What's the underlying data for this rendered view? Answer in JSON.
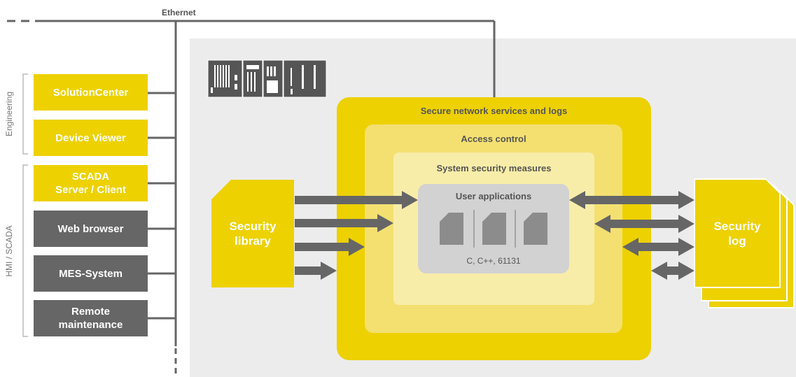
{
  "network": {
    "label": "Ethernet"
  },
  "groups": {
    "engineering": "Engineering",
    "hmi": "HMI / SCADA"
  },
  "clients": [
    {
      "label": "SolutionCenter",
      "style": "yellow"
    },
    {
      "label": "Device Viewer",
      "style": "yellow"
    },
    {
      "label": "SCADA\nServer / Client",
      "style": "yellow"
    },
    {
      "label": "Web browser",
      "style": "gray"
    },
    {
      "label": "MES-System",
      "style": "gray"
    },
    {
      "label": "Remote\nmaintenance",
      "style": "gray"
    }
  ],
  "layers": {
    "outer": "Secure network services and logs",
    "access": "Access control",
    "system": "System security measures",
    "apps": "User applications",
    "apps_langs": "C, C++, 61131"
  },
  "library": "Security\nlibrary",
  "log": "Security\nlog",
  "colors": {
    "yellow": "#edd100",
    "yellow_mid": "#f3e071",
    "yellow_light": "#f8eda8",
    "gray_dark": "#666666",
    "gray_panel": "#ececec",
    "gray_inner": "#d2d2d2",
    "gray_block": "#8c8c8c"
  }
}
